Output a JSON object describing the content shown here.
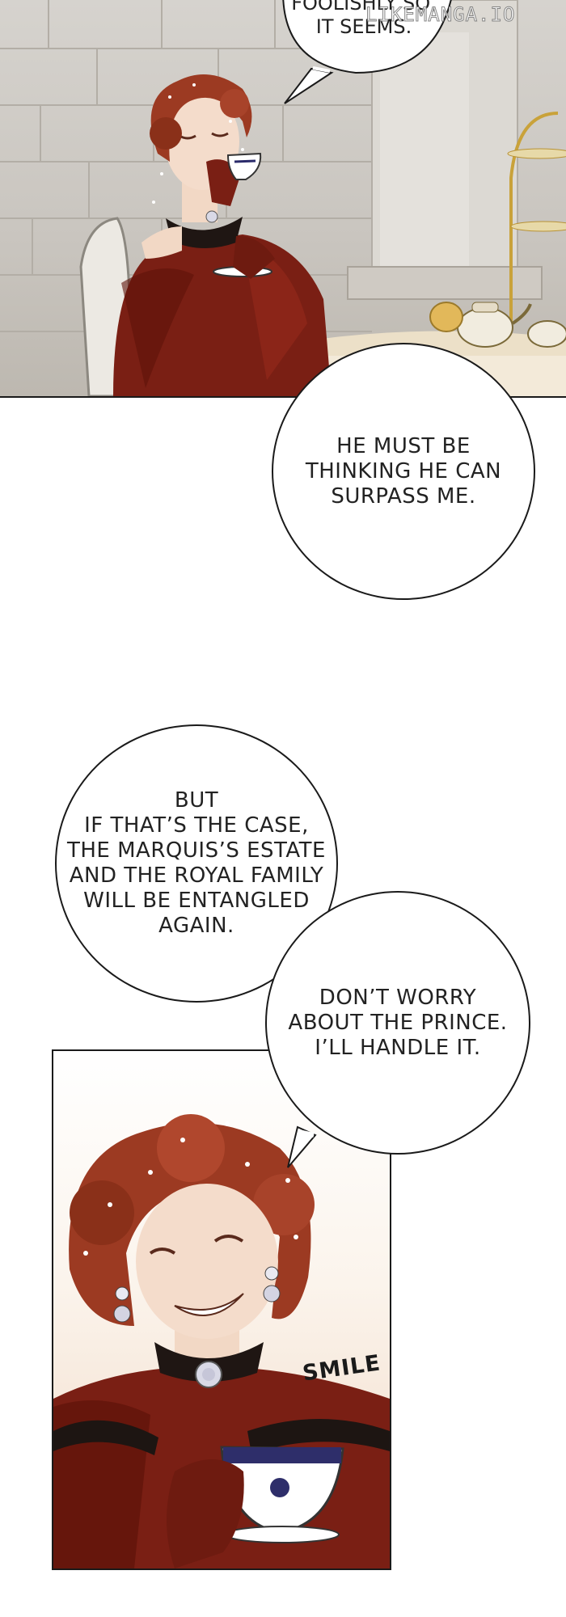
{
  "watermark": "LIKEMANGA.IO",
  "panels": {
    "top": {
      "bubble_fragment": "FOOLISHLY SO,\nIT SEEMS."
    },
    "bottom": {
      "sfx": "SMILE"
    }
  },
  "bubbles": {
    "surpass": "HE MUST BE\nTHINKING HE CAN\nSURPASS ME.",
    "entangled": "BUT\nIF THAT’S THE CASE,\nTHE MARQUIS’S ESTATE\nAND THE ROYAL FAMILY\nWILL BE ENTANGLED\nAGAIN.",
    "prince": "DON’T WORRY\nABOUT THE PRINCE.\nI’LL HANDLE IT."
  },
  "colors": {
    "hair": "#9c3a22",
    "dress": "#7a1f14",
    "stone_wall": "#cbc7c0",
    "ink": "#1a1a1a"
  }
}
